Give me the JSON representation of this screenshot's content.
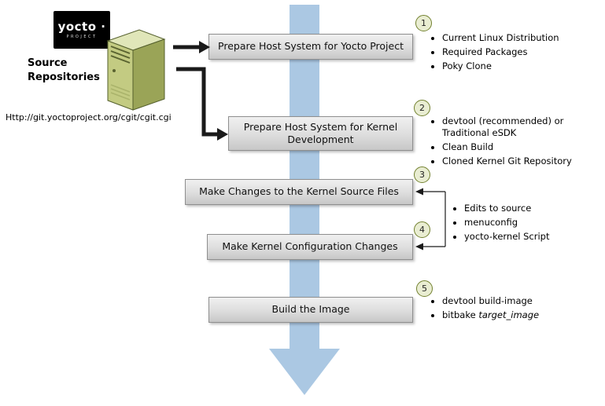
{
  "logo": {
    "brand": "yocto ·",
    "sub": "PROJECT"
  },
  "source_repo": {
    "label": "Source\nRepositories",
    "url": "Http://git.yoctoproject.org/cgit/cgit.cgi"
  },
  "flow": {
    "steps": [
      {
        "number": "1",
        "label": "Prepare Host System for Yocto Project",
        "bullets": [
          "Current Linux Distribution",
          "Required Packages",
          "Poky Clone"
        ]
      },
      {
        "number": "2",
        "label": "Prepare Host System for Kernel Development",
        "bullets": [
          "devtool (recommended) or Traditional eSDK",
          "Clean Build",
          "Cloned Kernel Git Repository"
        ]
      },
      {
        "number": "3",
        "label": "Make Changes to the Kernel Source Files"
      },
      {
        "number": "4",
        "label": "Make Kernel Configuration Changes"
      },
      {
        "number": "5",
        "label": "Build the Image",
        "bullet_plain": "devtool build-image",
        "bullet_mixed_prefix": "bitbake ",
        "bullet_mixed_italic": "target_image"
      }
    ],
    "shared_bullets_steps_3_4": [
      "Edits to source",
      "menuconfig",
      "yocto-kernel Script"
    ]
  },
  "colors": {
    "flow_arrow_blue": "#abc8e3",
    "box_gray_top": "#f0f0f0",
    "box_gray_bottom": "#c7c7c7",
    "circle_border_olive": "#72812f",
    "circle_fill": "#e9edd2",
    "connector_black": "#1a1a1a"
  }
}
